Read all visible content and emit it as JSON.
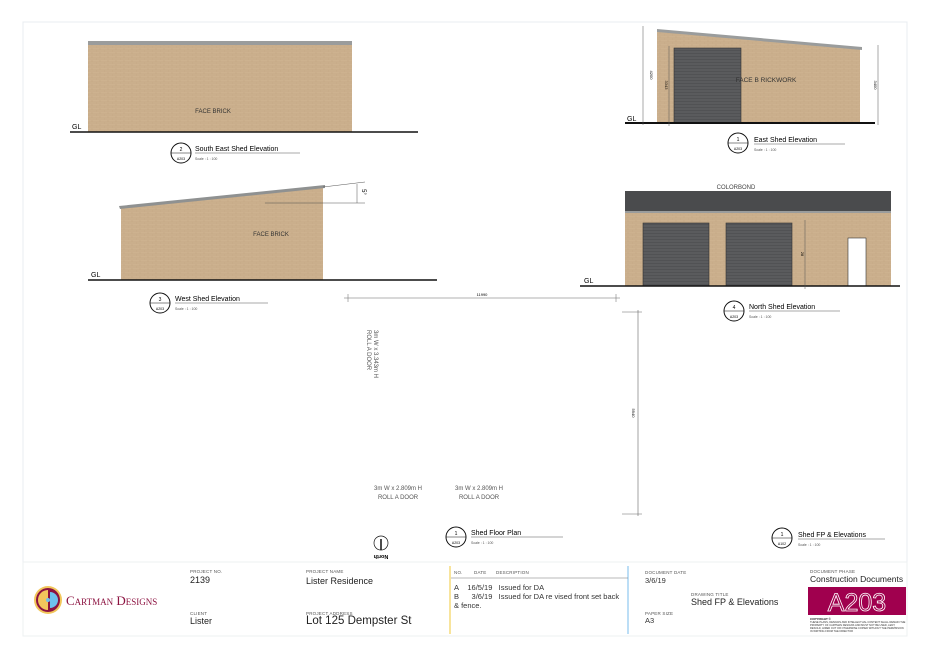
{
  "colors": {
    "brick": "#cdb28f",
    "roof": "#4a4b4d",
    "door": "#58595b",
    "accent": "#a0004e",
    "logo_gold": "#f2c75c"
  },
  "drawings": {
    "south_east": {
      "material": "FACE BRICK",
      "ground": "GL",
      "number": "2",
      "sheet": "A203",
      "title": "South East Shed Elevation",
      "scale": "Scale : 1 : 100"
    },
    "east": {
      "material": "FACE B RICKWORK",
      "ground": "GL",
      "dim_total": "4200",
      "dim_door": "3343",
      "dim_right": "3400",
      "number": "1",
      "sheet": "A203",
      "title": "East Shed Elevation",
      "scale": "Scale : 1 : 100"
    },
    "west": {
      "material": "FACE BRICK",
      "ground": "GL",
      "slope": "5°",
      "number": "3",
      "sheet": "A203",
      "title": "West Shed Elevation",
      "scale": "Scale : 1 : 100"
    },
    "north": {
      "roof_label": "COLORBOND",
      "ground": "GL",
      "dim_door": "28",
      "number": "4",
      "sheet": "A203",
      "title": "North Shed Elevation",
      "scale": "Scale : 1 : 100"
    },
    "floor_plan": {
      "dim_width": "11990",
      "dim_depth": "5940",
      "door_side_1": "3m W x 3.343m H",
      "door_side_2": "ROLL A DOOR",
      "door_a_1": "3m W x 2.809m H",
      "door_a_2": "ROLL A DOOR",
      "door_b_1": "3m W x 2.809m H",
      "door_b_2": "ROLL A DOOR",
      "north": "North",
      "number": "1",
      "sheet": "A203",
      "title": "Shed Floor Plan",
      "scale": "Scale : 1 : 100"
    },
    "sheet_marker": {
      "number": "1",
      "sheet": "A102",
      "title": "Shed FP & Elevations",
      "scale": "Scale : 1 : 100"
    }
  },
  "title_block": {
    "logo_text": "Cartman Designs",
    "project_no_label": "PROJECT NO.",
    "project_no": "2139",
    "client_label": "CLIENT",
    "client": "Lister",
    "project_name_label": "PROJECT NAME",
    "project_name": "Lister Residence",
    "project_address_label": "PROJECT ADDRESS",
    "project_address": "Lot 125 Dempster St",
    "revisions_headers": [
      "NO.",
      "DATE",
      "DESCRIPTION"
    ],
    "revisions": [
      {
        "no": "A",
        "date": "16/5/19",
        "description": "Issued for DA"
      },
      {
        "no": "B",
        "date": "3/6/19",
        "description": "Issued for DA re vised front set back & fence."
      }
    ],
    "document_date_label": "DOCUMENT DATE",
    "document_date": "3/6/19",
    "paper_size_label": "PAPER SIZE",
    "paper_size": "A3",
    "drawing_title_label": "DRAWING TITLE",
    "drawing_title": "Shed FP & Elevations",
    "document_phase_label": "DOCUMENT PHASE",
    "document_phase": "Construction Documents",
    "sheet_number": "A203",
    "copyright_label": "COPYRIGHT ©",
    "copyright_text": "THESE PLANS, DESIGNS AND INTELLECTUAL CONTENT SHALL REMAIN THE PROPERTY OF CARTMAN DESIGNS AND MUST NOT BE USED, LENT, RESOLD, HIRED OUT OR OTHERWISE COPIED WITHOUT THE PERMISSION IN WRITING FROM THE DIRECTOR"
  }
}
